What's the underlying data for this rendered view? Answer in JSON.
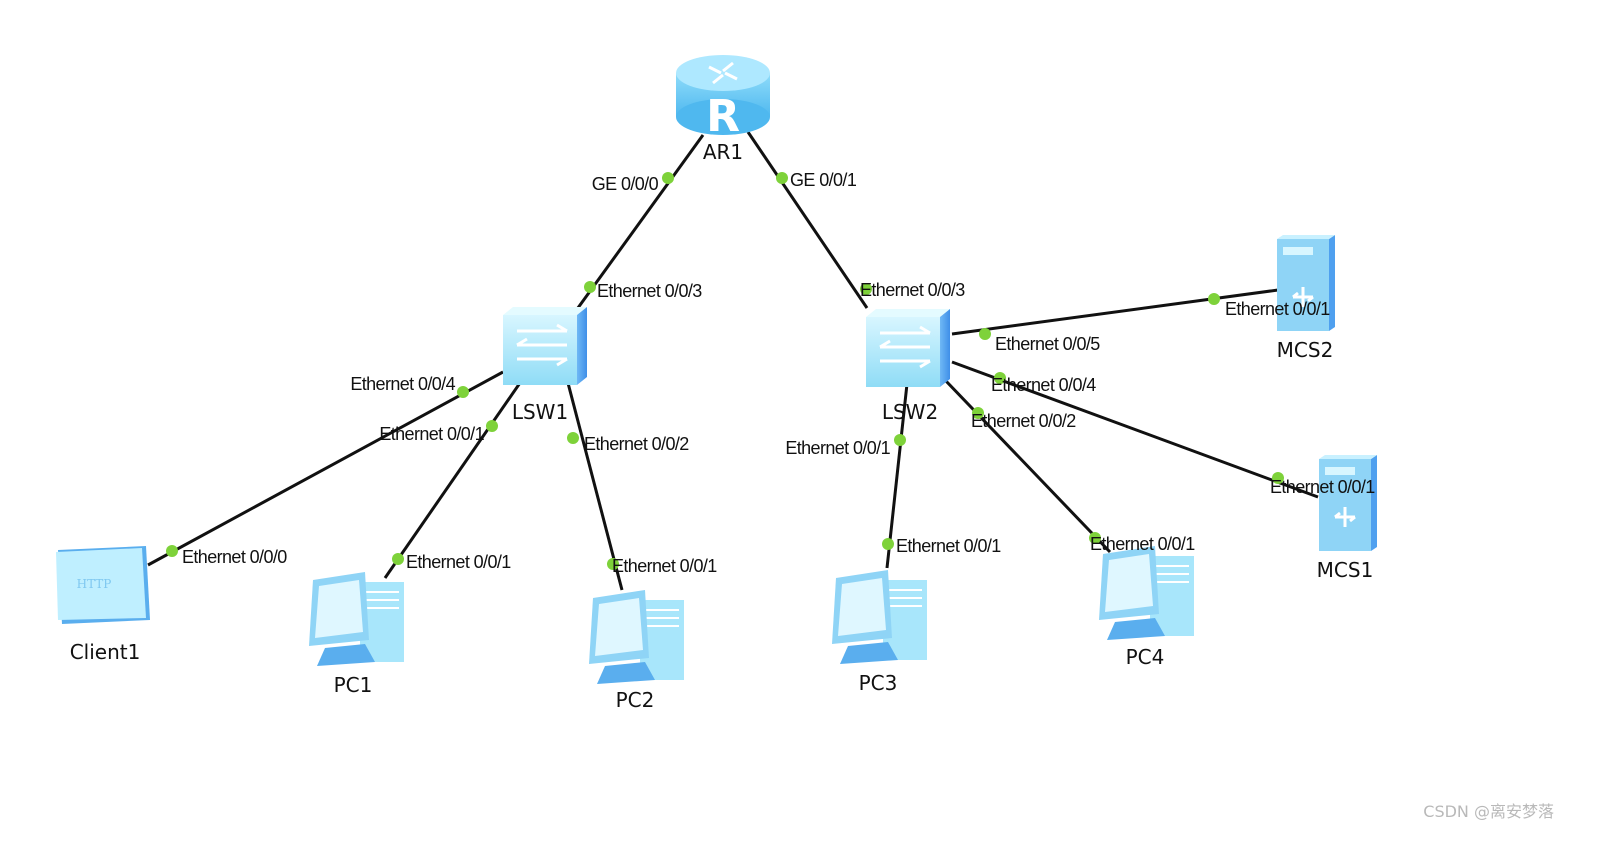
{
  "nodes": [
    {
      "id": "AR1",
      "label": "AR1",
      "type": "router",
      "icon": "router-icon"
    },
    {
      "id": "LSW1",
      "label": "LSW1",
      "type": "switch",
      "icon": "switch-icon"
    },
    {
      "id": "LSW2",
      "label": "LSW2",
      "type": "switch",
      "icon": "switch-icon"
    },
    {
      "id": "Client1",
      "label": "Client1",
      "type": "client",
      "icon": "http-client-icon",
      "icon_text": "HTTP"
    },
    {
      "id": "PC1",
      "label": "PC1",
      "type": "pc",
      "icon": "pc-icon"
    },
    {
      "id": "PC2",
      "label": "PC2",
      "type": "pc",
      "icon": "pc-icon"
    },
    {
      "id": "PC3",
      "label": "PC3",
      "type": "pc",
      "icon": "pc-icon"
    },
    {
      "id": "PC4",
      "label": "PC4",
      "type": "pc",
      "icon": "pc-icon"
    },
    {
      "id": "MCS2",
      "label": "MCS2",
      "type": "server",
      "icon": "server-icon"
    },
    {
      "id": "MCS1",
      "label": "MCS1",
      "type": "server",
      "icon": "server-icon"
    }
  ],
  "links": [
    {
      "from": "AR1",
      "from_port": "GE 0/0/0",
      "to": "LSW1",
      "to_port": "Ethernet 0/0/3"
    },
    {
      "from": "AR1",
      "from_port": "GE 0/0/1",
      "to": "LSW2",
      "to_port": "Ethernet 0/0/3"
    },
    {
      "from": "LSW1",
      "from_port": "Ethernet 0/0/4",
      "to": "Client1",
      "to_port": "Ethernet 0/0/0"
    },
    {
      "from": "LSW1",
      "from_port": "Ethernet 0/0/1",
      "to": "PC1",
      "to_port": "Ethernet 0/0/1"
    },
    {
      "from": "LSW1",
      "from_port": "Ethernet 0/0/2",
      "to": "PC2",
      "to_port": "Ethernet 0/0/1"
    },
    {
      "from": "LSW2",
      "from_port": "Ethernet 0/0/5",
      "to": "MCS2",
      "to_port": "Ethernet 0/0/1"
    },
    {
      "from": "LSW2",
      "from_port": "Ethernet 0/0/4",
      "to": "MCS1",
      "to_port": "Ethernet 0/0/1"
    },
    {
      "from": "LSW2",
      "from_port": "Ethernet 0/0/2",
      "to": "PC4",
      "to_port": "Ethernet 0/0/1"
    },
    {
      "from": "LSW2",
      "from_port": "Ethernet 0/0/1",
      "to": "PC3",
      "to_port": "Ethernet 0/0/1"
    }
  ],
  "colors": {
    "link": "#111111",
    "port_dot": "#7ed23a",
    "device_light": "#bfefff",
    "device_mid": "#7fd0f7",
    "device_dark": "#4fa0ef"
  },
  "watermark": "CSDN @离安梦落"
}
